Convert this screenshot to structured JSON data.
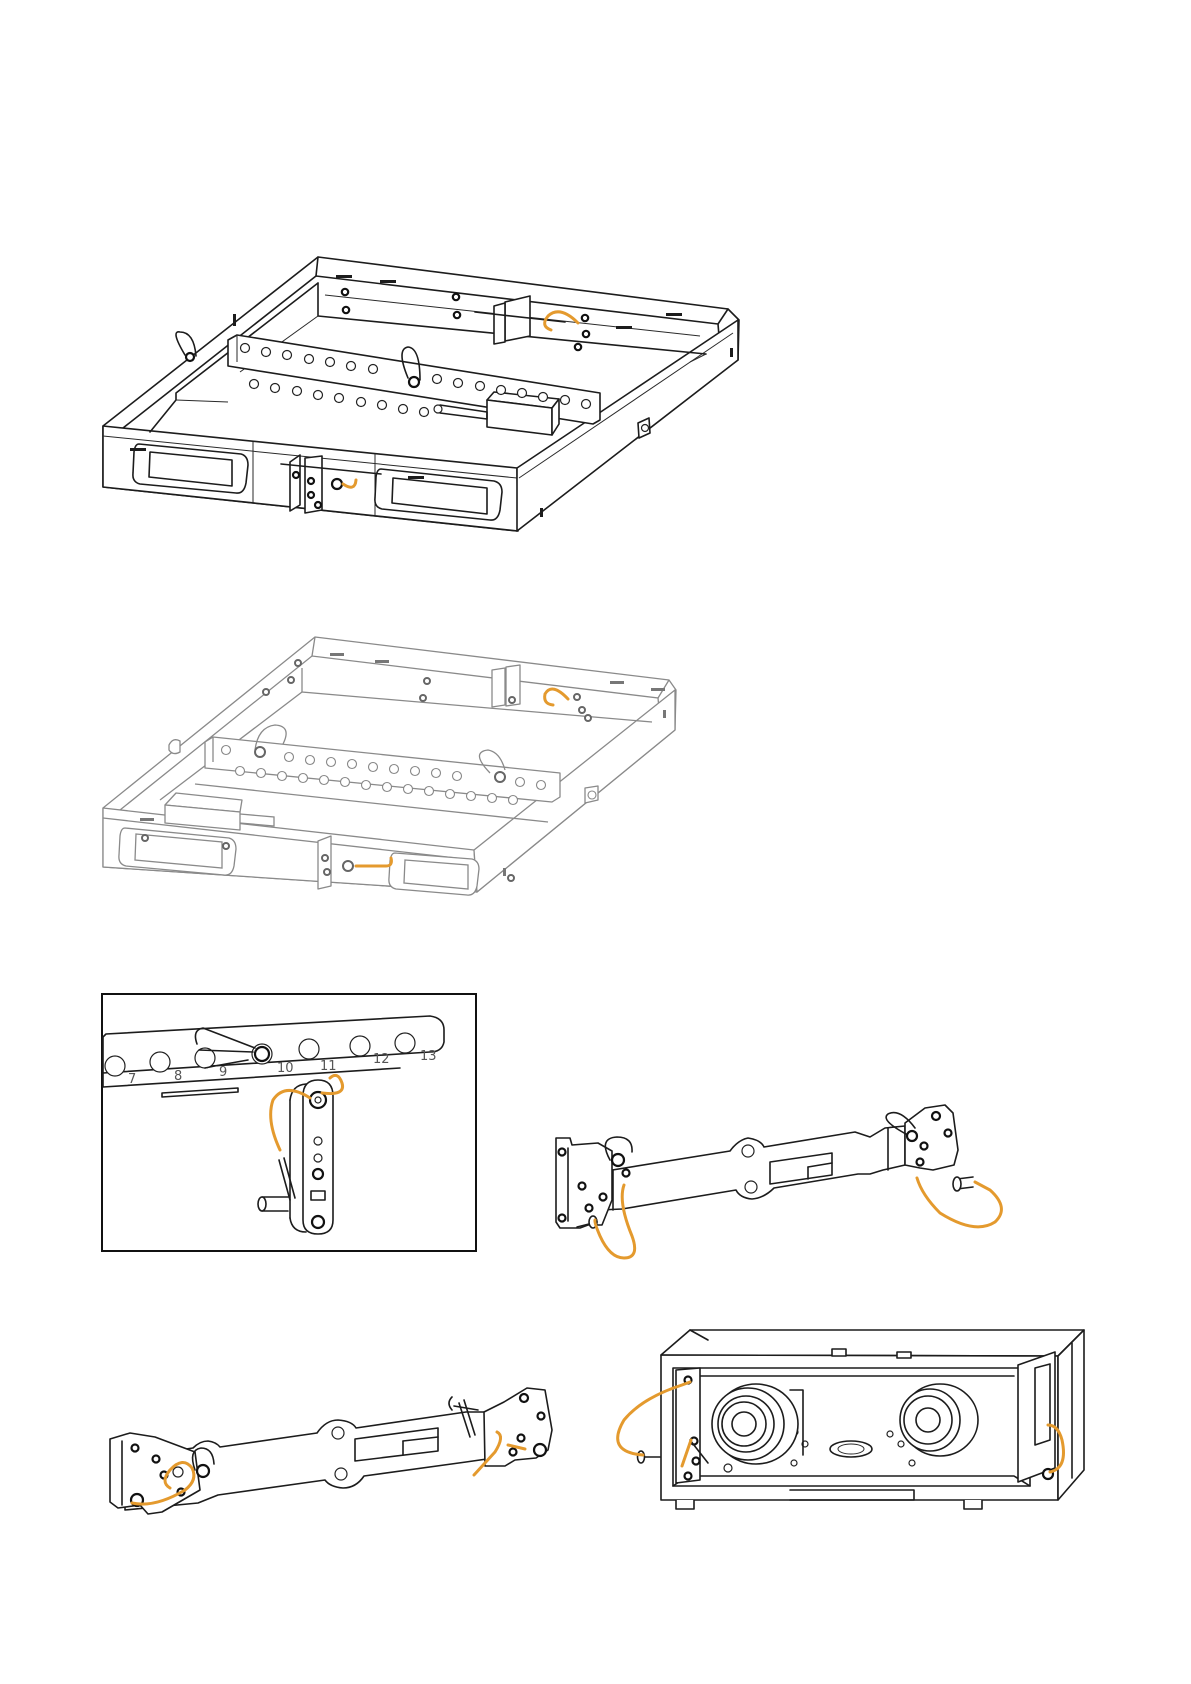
{
  "figures": [
    {
      "id": "frame-top-view"
    },
    {
      "id": "frame-bottom-view"
    },
    {
      "id": "inset-detail"
    },
    {
      "id": "bar-upper"
    },
    {
      "id": "bar-lower"
    },
    {
      "id": "cabinet-rigging"
    }
  ],
  "inset": {
    "hole_numbers": [
      "7",
      "8",
      "9",
      "10",
      "11",
      "12",
      "13"
    ]
  },
  "colors": {
    "line": "#1c1c1c",
    "rope": "#e49a2e",
    "background": "#ffffff"
  }
}
